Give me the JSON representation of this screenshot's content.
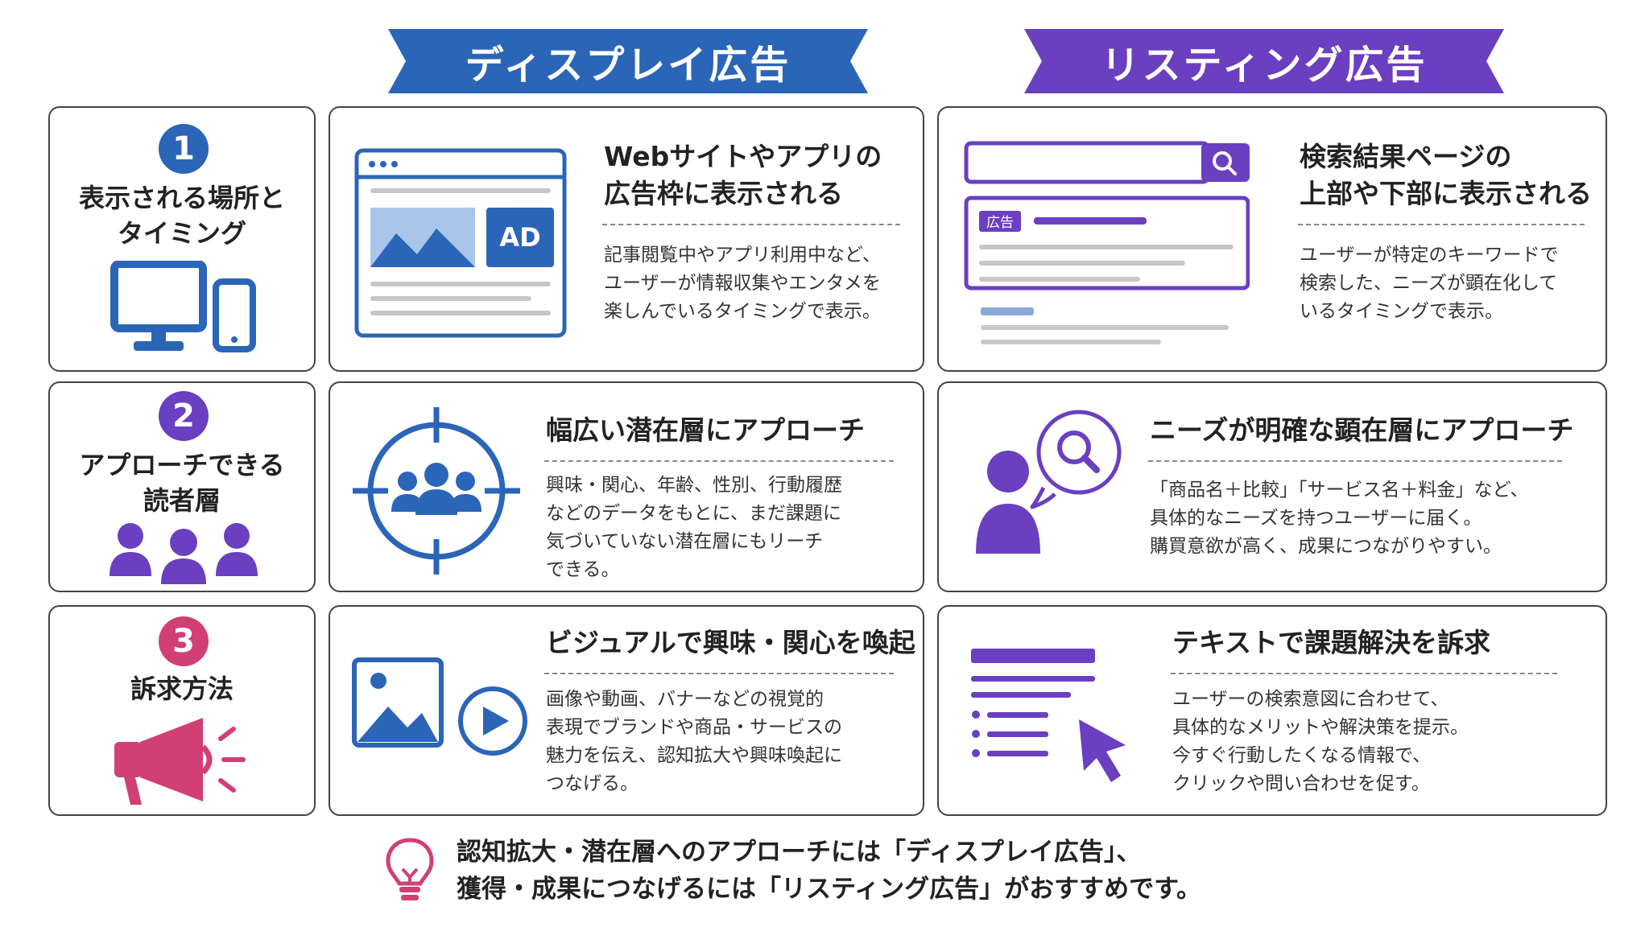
{
  "headers": {
    "display": "ディスプレイ広告",
    "listing": "リスティング広告"
  },
  "rows": [
    {
      "number": "1",
      "label": "表示される場所と\nタイミング",
      "display": {
        "headline": "Webサイトやアプリの\n広告枠に表示される",
        "body": "記事閲覧中やアプリ利用中など、\nユーザーが情報収集やエンタメを\n楽しんでいるタイミングで表示。",
        "ad_label": "AD"
      },
      "listing": {
        "headline": "検索結果ページの\n上部や下部に表示される",
        "body": "ユーザーが特定のキーワードで\n検索した、ニーズが顕在化して\nいるタイミングで表示。",
        "ad_tag": "広告"
      }
    },
    {
      "number": "2",
      "label": "アプローチできる\n読者層",
      "display": {
        "headline": "幅広い潜在層にアプローチ",
        "body": "興味・関心、年齢、性別、行動履歴\nなどのデータをもとに、まだ課題に\n気づいていない潜在層にもリーチ\nできる。"
      },
      "listing": {
        "headline": "ニーズが明確な顕在層にアプローチ",
        "body": "「商品名＋比較」「サービス名＋料金」など、\n具体的なニーズを持つユーザーに届く。\n購買意欲が高く、成果につながりやすい。"
      }
    },
    {
      "number": "3",
      "label": "訴求方法",
      "display": {
        "headline": "ビジュアルで興味・関心を喚起",
        "body": "画像や動画、バナーなどの視覚的\n表現でブランドや商品・サービスの\n魅力を伝え、認知拡大や興味喚起に\nつなげる。"
      },
      "listing": {
        "headline": "テキストで課題解決を訴求",
        "body": "ユーザーの検索意図に合わせて、\n具体的なメリットや解決策を提示。\n今すぐ行動したくなる情報で、\nクリックや問い合わせを促す。"
      }
    }
  ],
  "footer": {
    "text": "認知拡大・潜在層へのアプローチには「ディスプレイ広告」、\n獲得・成果につなげるには「リスティング広告」がおすすめです。"
  },
  "colors": {
    "display_blue": "#2b65b8",
    "listing_purple": "#6a3fc0",
    "badge_blue": "#2b65b8",
    "badge_purple": "#6a3fc0",
    "badge_pink": "#d13f75",
    "bulb_pink": "#d13f75"
  },
  "icons": {
    "row1_label": "monitor-and-phone-icon",
    "row2_label": "people-group-icon",
    "row3_label": "megaphone-icon",
    "row1_display": "browser-ad-icon",
    "row1_listing": "search-results-icon",
    "row2_display": "target-audience-icon",
    "row2_listing": "person-search-icon",
    "row3_display": "image-video-icon",
    "row3_listing": "text-cursor-icon",
    "footer": "lightbulb-icon"
  }
}
